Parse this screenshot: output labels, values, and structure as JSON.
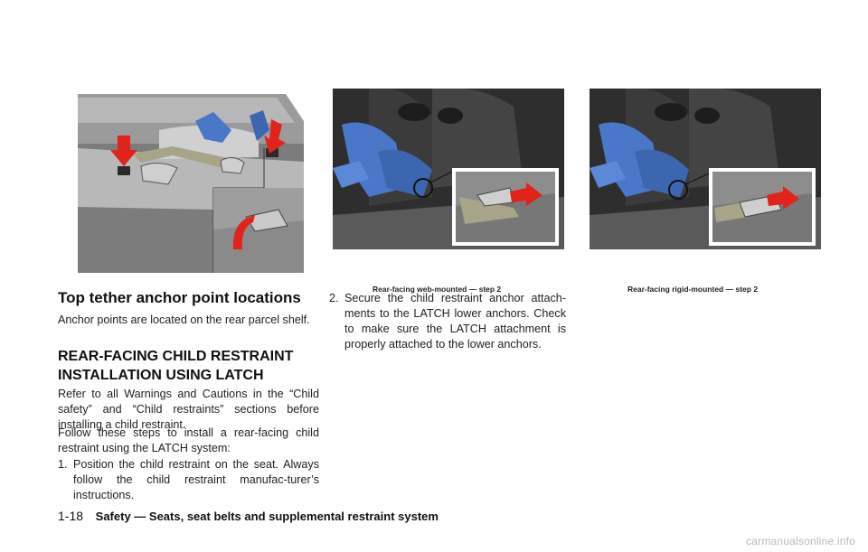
{
  "figures": {
    "left": {
      "description_icon": "tether-anchor-illustration"
    },
    "middle": {
      "caption": "Rear-facing web-mounted — step 2"
    },
    "right": {
      "caption": "Rear-facing rigid-mounted — step 2"
    }
  },
  "section1": {
    "heading": "Top tether anchor point locations",
    "body": "Anchor points are located on the rear parcel shelf."
  },
  "section2": {
    "heading": "REAR-FACING CHILD RESTRAINT INSTALLATION USING LATCH",
    "para1": "Refer to all Warnings and Cautions in the “Child safety” and “Child restraints” sections before installing a child restraint.",
    "para2": "Follow these steps to install a rear-facing child restraint using the LATCH system:",
    "step1_num": "1.",
    "step1_text": "Position the child restraint on the seat. Always follow the child restraint manufac-turer’s instructions."
  },
  "section3": {
    "step2_num": "2.",
    "step2_text": "Secure the child restraint anchor attach-ments to the LATCH lower anchors. Check to make sure the LATCH attachment is properly attached to the lower anchors."
  },
  "footer": {
    "page": "1-18",
    "title": "Safety — Seats, seat belts and supplemental restraint system"
  },
  "watermark": "carmanualsonline.info",
  "colors": {
    "accent_red": "#e2231a",
    "seat_blue": "#4a78c8"
  }
}
